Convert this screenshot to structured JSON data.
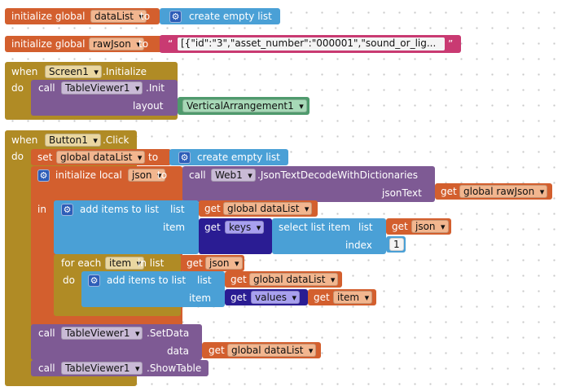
{
  "workspace": {
    "init_global_1": {
      "keyword": "initialize global",
      "var": "dataList",
      "to": "to",
      "value_block": "create empty list"
    },
    "init_global_2": {
      "keyword": "initialize global",
      "var": "rawJson",
      "to": "to",
      "open_quote": "“",
      "string_value": "[{\"id\":\"3\",\"asset_number\":\"000001\",\"sound_or_lig...",
      "close_quote": "”"
    },
    "screen_event": {
      "when": "when",
      "component": "Screen1",
      "event": ".Initialize",
      "do": "do",
      "call": "call",
      "call_component": "TableViewer1",
      "method": ".Init",
      "param_label": "layout",
      "param_value": "VerticalArrangement1"
    },
    "button_event": {
      "when": "when",
      "component": "Button1",
      "event": ".Click",
      "do": "do",
      "set": "set",
      "set_var": "global dataList",
      "set_to": "to",
      "set_value": "create empty list",
      "local_init": "initialize local",
      "local_var": "json",
      "local_to": "to",
      "web_call": "call",
      "web_component": "Web1",
      "web_method": ".JsonTextDecodeWithDictionaries",
      "json_text_label": "jsonText",
      "get": "get",
      "raw_json_var": "global rawJson",
      "in": "in",
      "add_items_1": "add items to list",
      "list_label": "list",
      "item_label": "item",
      "data_list_var": "global dataList",
      "keys": "keys",
      "select_item": "select list item",
      "json_var": "json",
      "index_label": "index",
      "index_value": "1",
      "for_each": "for each",
      "item_var": "item",
      "in_list": "in list",
      "add_items_2": "add items to list",
      "values": "values",
      "set_data_call": "call",
      "set_data_component": "TableViewer1",
      "set_data_method": ".SetData",
      "data_label": "data",
      "show_table_call": "call",
      "show_table_component": "TableViewer1",
      "show_table_method": ".ShowTable"
    }
  }
}
